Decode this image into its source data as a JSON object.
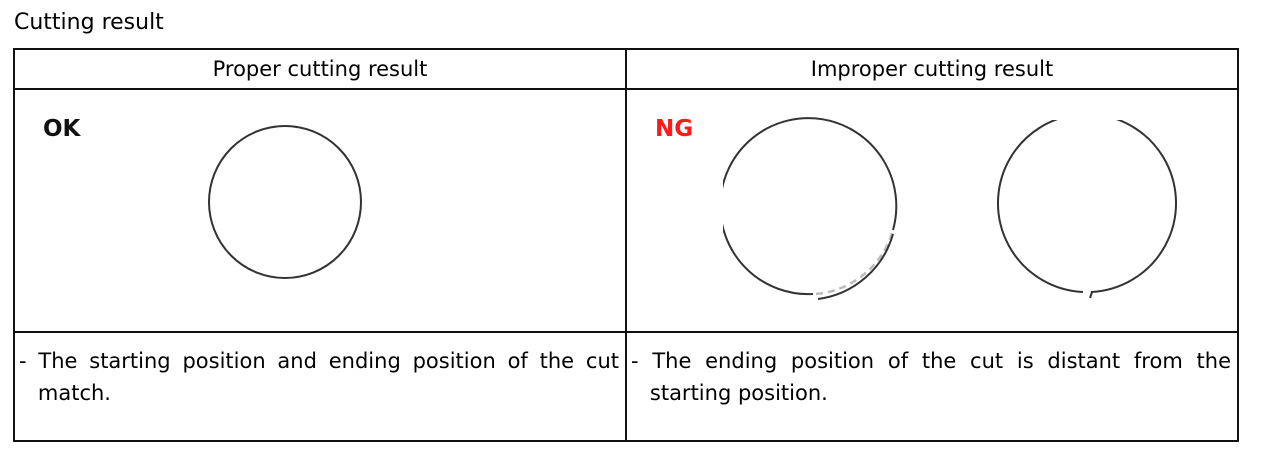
{
  "page": {
    "title": "Cutting result"
  },
  "table": {
    "headers": [
      "Proper cutting result",
      "Improper cutting result"
    ],
    "proper": {
      "label": "OK",
      "label_color": "#111111",
      "description": "- The starting position and ending position of the cut match."
    },
    "improper": {
      "label": "NG",
      "label_color": "#ff1a1a",
      "description": "- The ending position of the cut is distant from the starting position."
    }
  },
  "icons": {
    "ok_circle": "closed-circle-cut-icon",
    "ng_circle_overcut": "overcut-circle-icon",
    "ng_circle_gap": "gap-circle-icon"
  }
}
